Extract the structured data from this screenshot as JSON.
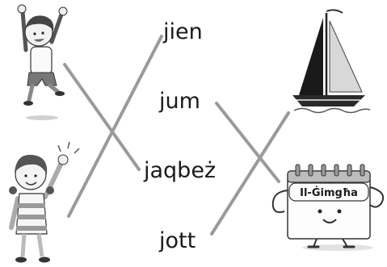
{
  "words": {
    "w1": "jien",
    "w2": "jum",
    "w3": "jaqbeż",
    "w4": "jott"
  },
  "calendar_label": "Il-Ġimgħa",
  "pictures": [
    "boy-jumping",
    "sailboat",
    "girl-waving",
    "calendar-week"
  ],
  "colors": {
    "line": "#9a9a9a",
    "ink": "#1a1a1a"
  }
}
